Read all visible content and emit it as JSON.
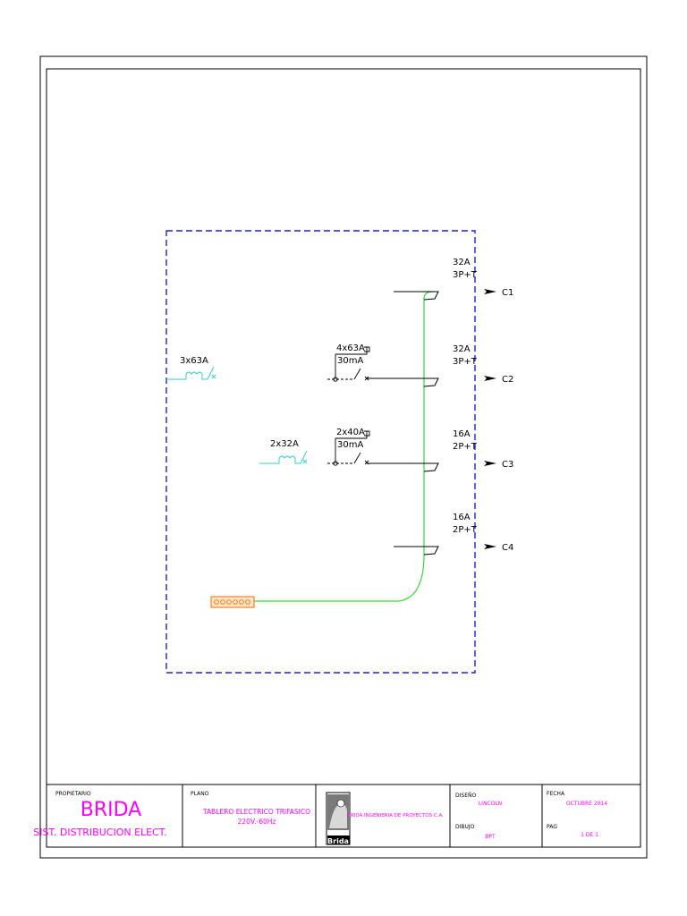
{
  "colors": {
    "boundary": "#2222cc",
    "busbar": "#33dd33",
    "main_breaker": "#33cccc",
    "terminal": "#ff6600",
    "title_text": "#ff00ff",
    "line": "#000000"
  },
  "schematic": {
    "main_breaker": {
      "label": "3x63A"
    },
    "sub_breaker": {
      "label": "2x32A"
    },
    "rcd_1": {
      "rating": "4x63A",
      "sensitivity": "30mA"
    },
    "rcd_2": {
      "rating": "2x40A",
      "sensitivity": "30mA"
    },
    "circuits": [
      {
        "id": "C1",
        "rating": "32A",
        "poles": "3P+T"
      },
      {
        "id": "C2",
        "rating": "32A",
        "poles": "3P+T"
      },
      {
        "id": "C3",
        "rating": "16A",
        "poles": "2P+T"
      },
      {
        "id": "C4",
        "rating": "16A",
        "poles": "2P+T"
      }
    ]
  },
  "title_block": {
    "owner_label": "PROPIETARIO",
    "owner_name": "BRIDA",
    "owner_sub": "SIST. DISTRIBUCION ELECT.",
    "plan_label": "PLANO",
    "plan_title": "TABLERO ELECTRICO TRIFASICO",
    "plan_sub": "220V.-60Hz",
    "logo_text": "Brida",
    "company": "BRIDA INGENIERIA DE PROYECTOS C.A.",
    "design_label": "DISEÑO",
    "design_value": "LINCOLN",
    "drawing_label": "DIBUJO",
    "drawing_value": "BPT",
    "date_label": "FECHA",
    "date_value": "OCTUBRE  2014",
    "page_label": "PAG",
    "page_value": "1 DE 1"
  }
}
